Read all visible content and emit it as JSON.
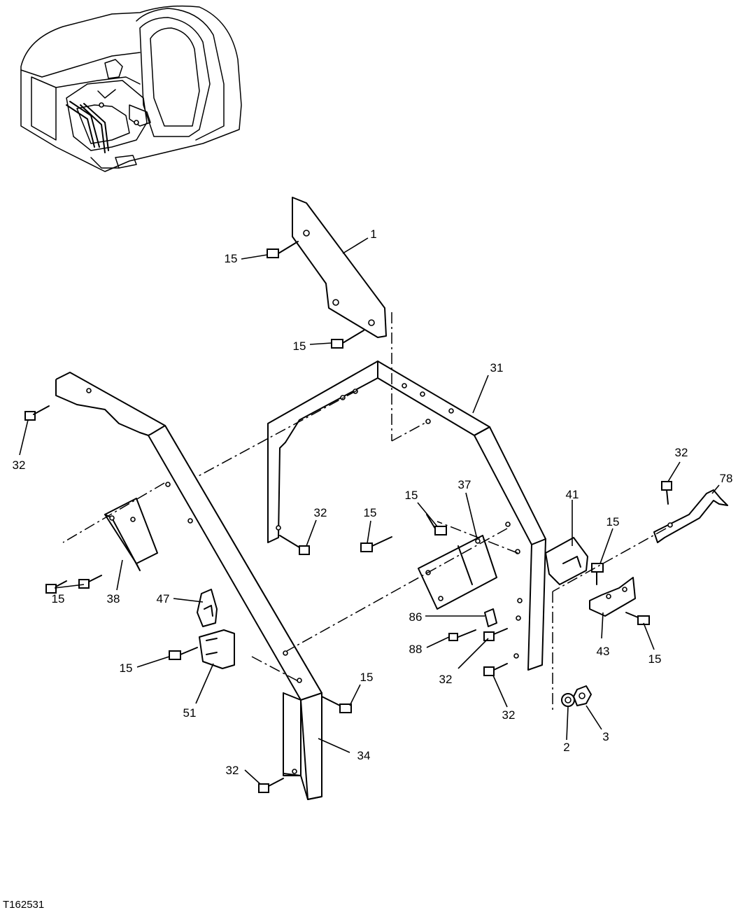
{
  "figure_id": "T162531",
  "callouts": [
    {
      "id": "c-1",
      "label": "1"
    },
    {
      "id": "c-15-top1",
      "label": "15"
    },
    {
      "id": "c-15-top2",
      "label": "15"
    },
    {
      "id": "c-31",
      "label": "31"
    },
    {
      "id": "c-32-left",
      "label": "32"
    },
    {
      "id": "c-32-center",
      "label": "32"
    },
    {
      "id": "c-15-center",
      "label": "15"
    },
    {
      "id": "c-15-center2",
      "label": "15"
    },
    {
      "id": "c-37",
      "label": "37"
    },
    {
      "id": "c-41",
      "label": "41"
    },
    {
      "id": "c-32-right",
      "label": "32"
    },
    {
      "id": "c-78",
      "label": "78"
    },
    {
      "id": "c-15-right",
      "label": "15"
    },
    {
      "id": "c-15-left",
      "label": "15"
    },
    {
      "id": "c-38",
      "label": "38"
    },
    {
      "id": "c-47",
      "label": "47"
    },
    {
      "id": "c-86",
      "label": "86"
    },
    {
      "id": "c-88",
      "label": "88"
    },
    {
      "id": "c-43",
      "label": "43"
    },
    {
      "id": "c-15-right2",
      "label": "15"
    },
    {
      "id": "c-15-lower",
      "label": "15"
    },
    {
      "id": "c-32-lowerc",
      "label": "32"
    },
    {
      "id": "c-15-bottom",
      "label": "15"
    },
    {
      "id": "c-51",
      "label": "51"
    },
    {
      "id": "c-32-lowerr",
      "label": "32"
    },
    {
      "id": "c-2",
      "label": "2"
    },
    {
      "id": "c-3",
      "label": "3"
    },
    {
      "id": "c-34",
      "label": "34"
    },
    {
      "id": "c-32-bottom",
      "label": "32"
    }
  ]
}
